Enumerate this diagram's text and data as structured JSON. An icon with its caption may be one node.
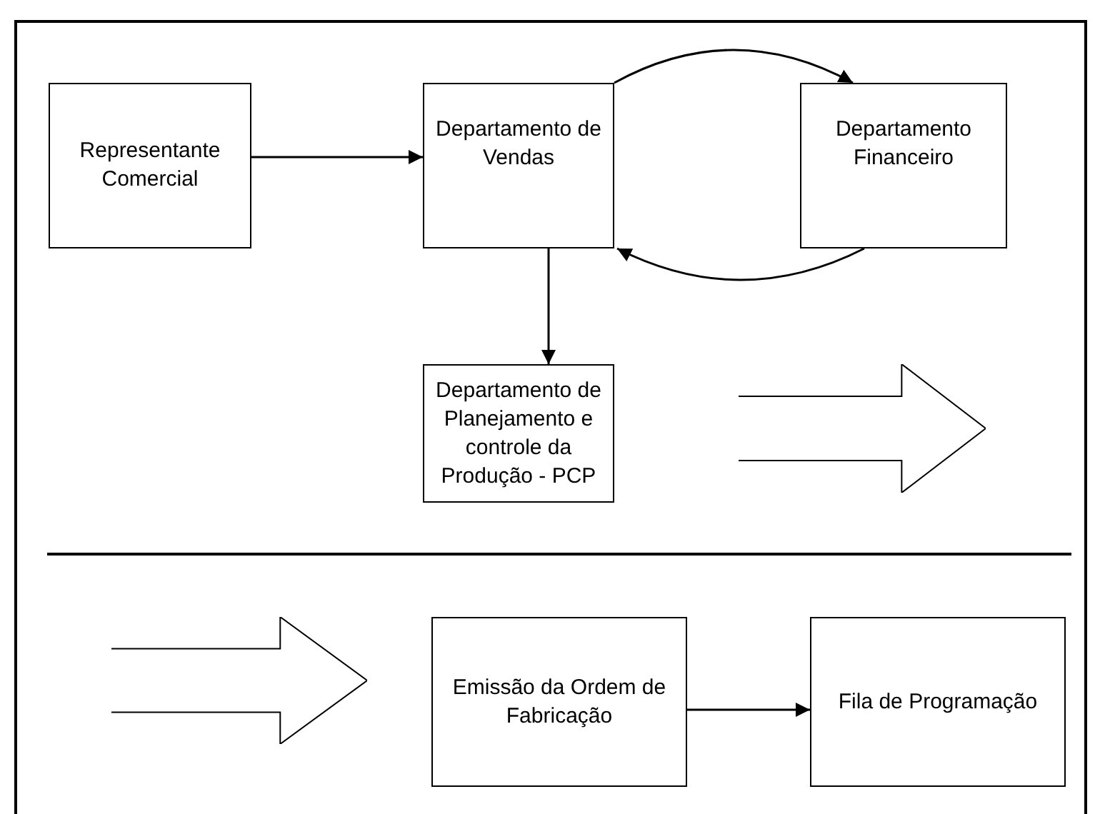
{
  "diagram": {
    "nodes": [
      {
        "text": [
          "Representante Comercial"
        ]
      },
      {
        "text": [
          "Departamento de Vendas"
        ]
      },
      {
        "text": [
          "Departamento Financeiro"
        ]
      },
      {
        "text": [
          "Departamento de Planejamento e controle da Produção - PCP"
        ]
      },
      {
        "text": [],
        "shape": "arrow"
      },
      {
        "text": [],
        "shape": "arrow"
      },
      {
        "text": [
          "Emissão da Ordem de Fabricação"
        ]
      },
      {
        "text": [
          "Fila de Programação"
        ]
      }
    ],
    "edges": [
      {
        "from": 0,
        "to": 1,
        "arrow": "to"
      },
      {
        "from": 1,
        "to": 2,
        "arrow": "to"
      },
      {
        "from": 2,
        "to": 1,
        "arrow": "to"
      },
      {
        "from": 1,
        "to": 3,
        "arrow": "to"
      },
      {
        "from": 6,
        "to": 7,
        "arrow": "to"
      }
    ]
  }
}
